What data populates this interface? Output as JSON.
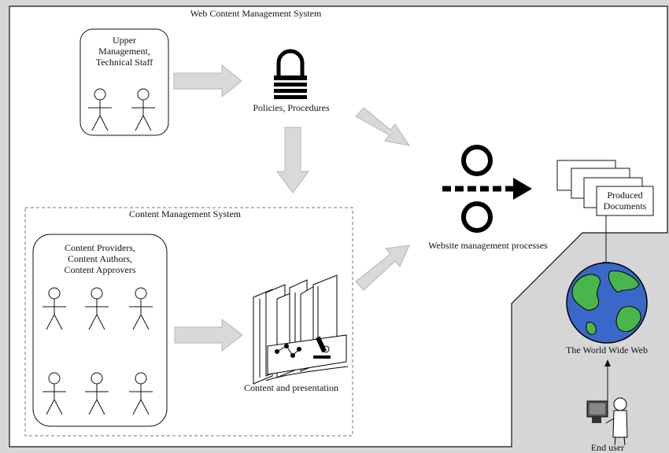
{
  "titles": {
    "wcms": "Web Content Management System",
    "cms": "Content Management System"
  },
  "groups": {
    "management": {
      "line1": "Upper",
      "line2": "Management,",
      "line3": "Technical Staff"
    },
    "content_people": {
      "line1": "Content Providers,",
      "line2": "Content Authors,",
      "line3": "Content Approvers"
    }
  },
  "labels": {
    "policies": "Policies, Procedures",
    "content_presentation": "Content and presentation",
    "website_processes": "Website management processes",
    "produced_line1": "Produced",
    "produced_line2": "Documents",
    "www": "The World Wide Web",
    "end_user": "End user"
  },
  "icons": [
    "lock-icon",
    "stick-figure-icon",
    "books-icon",
    "rollers-icon",
    "documents-icon",
    "globe-icon",
    "computer-user-icon"
  ],
  "colors": {
    "arrow_fill": "#d9d9d9",
    "globe_ocean": "#3a68c8",
    "globe_land": "#49b64a",
    "frame_bg": "#d6d6d6"
  }
}
